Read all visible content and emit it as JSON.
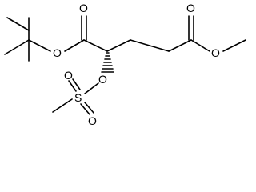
{
  "molecule": {
    "atoms": {
      "ester_carbonyl_o_left": "O",
      "ester_o_left": "O",
      "mesyl_ester_o": "O",
      "sulfur": "S",
      "sulfonyl_o_top": "O",
      "sulfonyl_o_bottom": "O",
      "ester_carbonyl_o_right": "O",
      "ester_o_right": "O"
    }
  }
}
